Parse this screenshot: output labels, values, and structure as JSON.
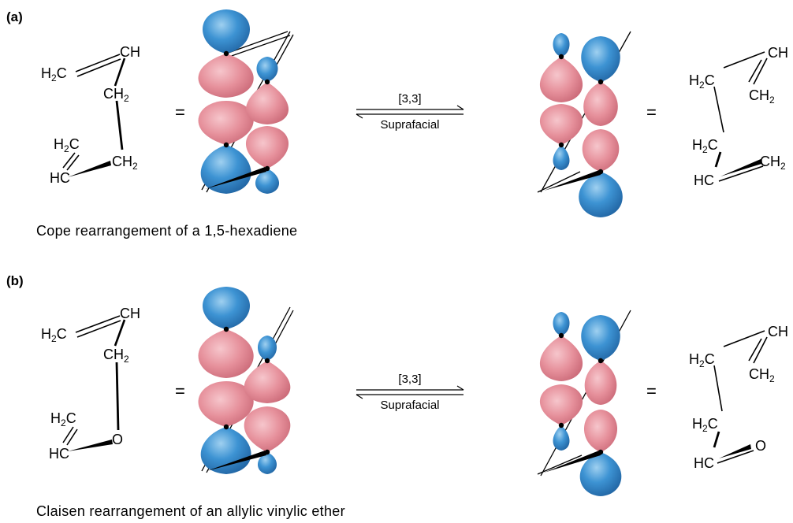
{
  "panel_a": {
    "label": "(a)",
    "caption": "Cope rearrangement of a 1,5-hexadiene",
    "reactant": {
      "c1": "H",
      "c1_sub": "2",
      "c1_tail": "C",
      "c2": "CH",
      "c3": "CH",
      "c3_sub": "2",
      "c4": "CH",
      "c4_sub": "2",
      "c5": "H",
      "c5_sub": "2",
      "c5_tail": "C",
      "c6": "HC"
    },
    "product": {
      "p1": "H",
      "p1_sub": "2",
      "p1_tail": "C",
      "p2": "CH",
      "p3": "CH",
      "p3_sub": "2",
      "p4": "H",
      "p4_sub": "2",
      "p4_tail": "C",
      "p5": "HC",
      "p6": "CH",
      "p6_sub": "2"
    },
    "arrow_top": "[3,3]",
    "arrow_bottom": "Suprafacial",
    "equals": "="
  },
  "panel_b": {
    "label": "(b)",
    "caption": "Claisen rearrangement of an allylic vinylic ether",
    "reactant": {
      "c1": "H",
      "c1_sub": "2",
      "c1_tail": "C",
      "c2": "CH",
      "c3": "CH",
      "c3_sub": "2",
      "c4": "O",
      "c5": "H",
      "c5_sub": "2",
      "c5_tail": "C",
      "c6": "HC"
    },
    "product": {
      "p1": "H",
      "p1_sub": "2",
      "p1_tail": "C",
      "p2": "CH",
      "p3": "CH",
      "p3_sub": "2",
      "p4": "H",
      "p4_sub": "2",
      "p4_tail": "C",
      "p5": "HC",
      "p6": "O"
    },
    "arrow_top": "[3,3]",
    "arrow_bottom": "Suprafacial",
    "equals": "="
  },
  "colors": {
    "lobe_blue": "#3a8fd0",
    "lobe_pink": "#e58c98",
    "bond": "#000000"
  }
}
